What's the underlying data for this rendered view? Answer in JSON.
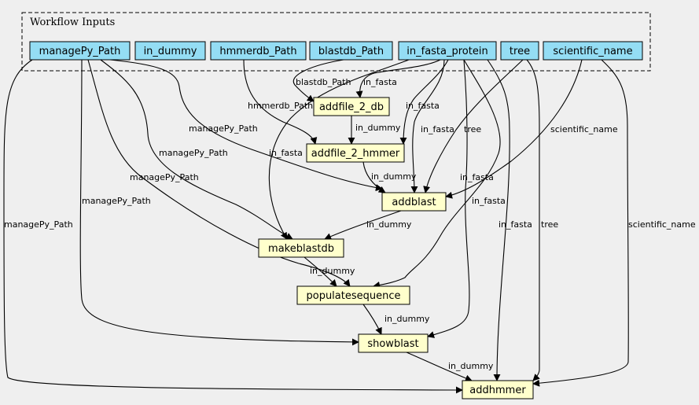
{
  "cluster": {
    "label": "Workflow Inputs"
  },
  "colors": {
    "input_fill": "#94ddf4",
    "process_fill": "#ffffcc",
    "background": "#efefef"
  },
  "inputs": [
    {
      "id": "managePy_Path",
      "label": "managePy_Path"
    },
    {
      "id": "in_dummy",
      "label": "in_dummy"
    },
    {
      "id": "hmmerdb_Path",
      "label": "hmmerdb_Path"
    },
    {
      "id": "blastdb_Path",
      "label": "blastdb_Path"
    },
    {
      "id": "in_fasta_protein",
      "label": "in_fasta_protein"
    },
    {
      "id": "tree",
      "label": "tree"
    },
    {
      "id": "scientific_name",
      "label": "scientific_name"
    }
  ],
  "processes": [
    {
      "id": "addfile_2_db",
      "label": "addfile_2_db"
    },
    {
      "id": "addfile_2_hmmer",
      "label": "addfile_2_hmmer"
    },
    {
      "id": "addblast",
      "label": "addblast"
    },
    {
      "id": "makeblastdb",
      "label": "makeblastdb"
    },
    {
      "id": "populatesequence",
      "label": "populatesequence"
    },
    {
      "id": "showblast",
      "label": "showblast"
    },
    {
      "id": "addhmmer",
      "label": "addhmmer"
    }
  ],
  "edges": [
    {
      "from": "blastdb_Path",
      "to": "addfile_2_db",
      "label": "blastdb_Path"
    },
    {
      "from": "in_fasta_protein",
      "to": "addfile_2_db",
      "label": "in_fasta"
    },
    {
      "from": "hmmerdb_Path",
      "to": "addfile_2_hmmer",
      "label": "hmmerdb_Path"
    },
    {
      "from": "addfile_2_db",
      "to": "addfile_2_hmmer",
      "label": "in_dummy"
    },
    {
      "from": "in_fasta_protein",
      "to": "addfile_2_hmmer",
      "label": "in_fasta"
    },
    {
      "from": "managePy_Path",
      "to": "addblast",
      "label": "managePy_Path"
    },
    {
      "from": "in_fasta_protein",
      "to": "addblast",
      "label": "in_fasta"
    },
    {
      "from": "tree",
      "to": "addblast",
      "label": "tree"
    },
    {
      "from": "scientific_name",
      "to": "addblast",
      "label": "scientific_name"
    },
    {
      "from": "addfile_2_hmmer",
      "to": "addblast",
      "label": "in_dummy"
    },
    {
      "from": "managePy_Path",
      "to": "makeblastdb",
      "label": "managePy_Path"
    },
    {
      "from": "in_fasta_protein",
      "to": "makeblastdb",
      "label": "in_fasta"
    },
    {
      "from": "addblast",
      "to": "makeblastdb",
      "label": "in_dummy"
    },
    {
      "from": "managePy_Path",
      "to": "populatesequence",
      "label": "managePy_Path"
    },
    {
      "from": "in_fasta_protein",
      "to": "populatesequence",
      "label": "in_fasta"
    },
    {
      "from": "makeblastdb",
      "to": "populatesequence",
      "label": "in_dummy"
    },
    {
      "from": "managePy_Path",
      "to": "showblast",
      "label": "managePy_Path"
    },
    {
      "from": "in_fasta_protein",
      "to": "showblast",
      "label": "in_fasta"
    },
    {
      "from": "populatesequence",
      "to": "showblast",
      "label": "in_dummy"
    },
    {
      "from": "managePy_Path",
      "to": "addhmmer",
      "label": "managePy_Path"
    },
    {
      "from": "in_fasta_protein",
      "to": "addhmmer",
      "label": "in_fasta"
    },
    {
      "from": "tree",
      "to": "addhmmer",
      "label": "tree"
    },
    {
      "from": "scientific_name",
      "to": "addhmmer",
      "label": "scientific_name"
    },
    {
      "from": "showblast",
      "to": "addhmmer",
      "label": "in_dummy"
    }
  ]
}
